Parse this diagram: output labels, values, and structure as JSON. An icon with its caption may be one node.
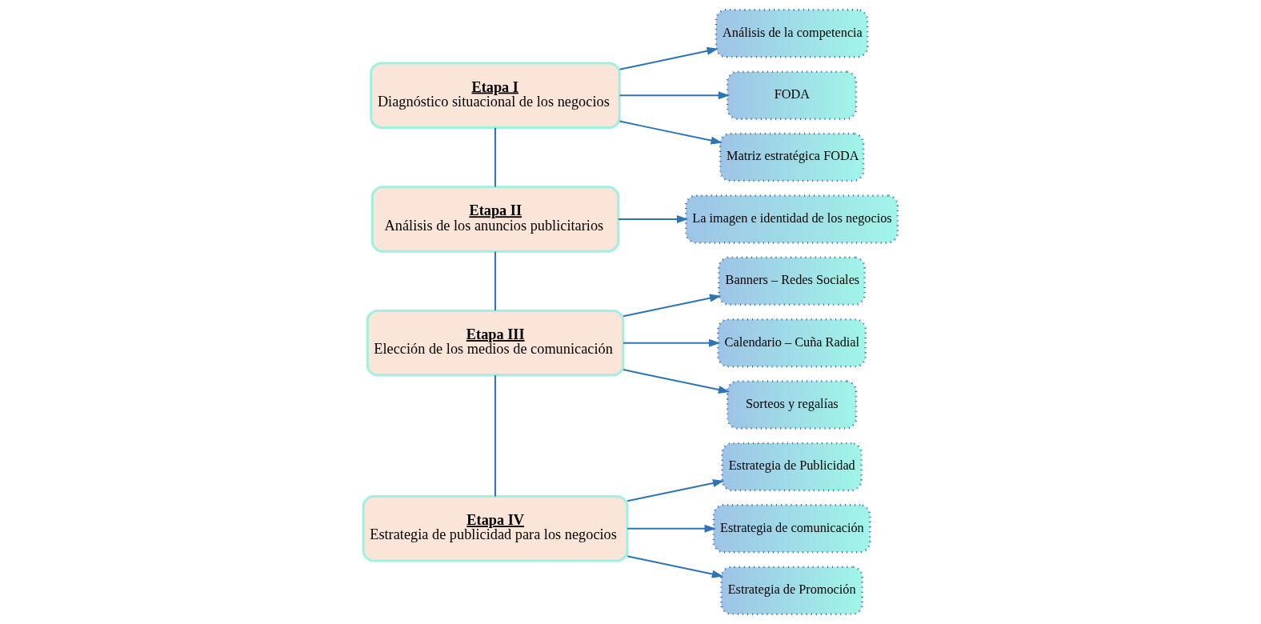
{
  "diagram": {
    "nodes": [
      {
        "text": [
          "Etapa I",
          "Diagnóstico situacional de los negocios"
        ]
      },
      {
        "text": [
          "Etapa II",
          "Análisis de los anuncios publicitarios"
        ]
      },
      {
        "text": [
          "Etapa III",
          "Elección de los medios de comunicación"
        ]
      },
      {
        "text": [
          "Etapa IV",
          "Estrategia de publicidad para los negocios"
        ]
      },
      {
        "text": [
          "Análisis de la competencia"
        ]
      },
      {
        "text": [
          "FODA"
        ]
      },
      {
        "text": [
          "Matriz estratégica FODA"
        ]
      },
      {
        "text": [
          "La imagen e identidad de los negocios"
        ]
      },
      {
        "text": [
          "Banners – Redes Sociales"
        ]
      },
      {
        "text": [
          "Calendario – Cuña Radial"
        ]
      },
      {
        "text": [
          "Sorteos y regalías"
        ]
      },
      {
        "text": [
          "Estrategia de Publicidad"
        ]
      },
      {
        "text": [
          "Estrategia de comunicación"
        ]
      },
      {
        "text": [
          "Estrategia de Promoción"
        ]
      }
    ],
    "edges": [
      {
        "from": 0,
        "to": 1,
        "arrow": "none"
      },
      {
        "from": 1,
        "to": 2,
        "arrow": "none"
      },
      {
        "from": 2,
        "to": 3,
        "arrow": "none"
      },
      {
        "from": 0,
        "to": 4,
        "arrow": "to"
      },
      {
        "from": 0,
        "to": 5,
        "arrow": "to"
      },
      {
        "from": 0,
        "to": 6,
        "arrow": "to"
      },
      {
        "from": 1,
        "to": 7,
        "arrow": "to"
      },
      {
        "from": 2,
        "to": 8,
        "arrow": "to"
      },
      {
        "from": 2,
        "to": 9,
        "arrow": "to"
      },
      {
        "from": 2,
        "to": 10,
        "arrow": "to"
      },
      {
        "from": 3,
        "to": 11,
        "arrow": "to"
      },
      {
        "from": 3,
        "to": 12,
        "arrow": "to"
      },
      {
        "from": 3,
        "to": 13,
        "arrow": "to"
      }
    ]
  }
}
